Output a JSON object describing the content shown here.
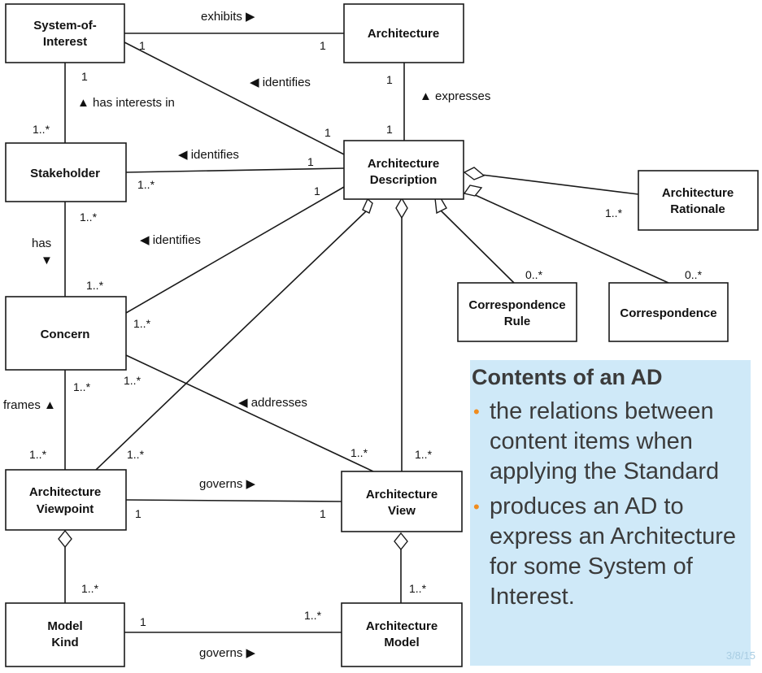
{
  "boxes": {
    "system_of_interest": [
      "System-of-",
      "Interest"
    ],
    "architecture": [
      "Architecture"
    ],
    "architecture_description": [
      "Architecture",
      "Description"
    ],
    "stakeholder": [
      "Stakeholder"
    ],
    "architecture_rationale": [
      "Architecture",
      "Rationale"
    ],
    "concern": [
      "Concern"
    ],
    "correspondence_rule": [
      "Correspondence",
      "Rule"
    ],
    "correspondence": [
      "Correspondence"
    ],
    "architecture_viewpoint": [
      "Architecture",
      "Viewpoint"
    ],
    "architecture_view": [
      "Architecture",
      "View"
    ],
    "model_kind": [
      "Model",
      "Kind"
    ],
    "architecture_model": [
      "Architecture",
      "Model"
    ]
  },
  "relations": {
    "exhibits": "exhibits ▶",
    "identifies_soi": "◀ identifies",
    "expresses": "▲ expresses",
    "has_interests_in": "▲ has interests in",
    "identifies_stakeholder": "◀ identifies",
    "has": "has",
    "has_arrow": "▼",
    "identifies_concern": "◀ identifies",
    "frames": "frames ▲",
    "addresses": "◀ addresses",
    "governs_view": "governs ▶",
    "governs_model": "governs ▶"
  },
  "multiplicities": {
    "soi_arch_soi": "1",
    "soi_arch_arch": "1",
    "soi_ad_soi": "1",
    "soi_ad_ad": "1",
    "arch_ad_arch": "1",
    "arch_ad_ad": "1",
    "soi_stake_soi": "1",
    "soi_stake_stake": "1..*",
    "stake_ad_stake": "1..*",
    "stake_ad_ad": "1",
    "concern_ad_ad": "1",
    "concern_ad_concern": "1..*",
    "stake_concern_stake": "1..*",
    "stake_concern_concern": "1..*",
    "rationale": "1..*",
    "corr_rule": "0..*",
    "corr": "0..*",
    "concern_vp_concern": "1..*",
    "concern_vp_vp": "1..*",
    "concern_view_concern": "1..*",
    "concern_view_view": "1..*",
    "ad_vp_vp": "1..*",
    "ad_view_view": "1..*",
    "vp_view_vp": "1",
    "vp_view_view": "1",
    "vp_mk": "1..*",
    "view_am": "1..*",
    "mk_am_mk": "1",
    "mk_am_am": "1..*"
  },
  "callout": {
    "title": "Contents of an AD",
    "bullets": [
      "the relations between content items when applying the Standard",
      "produces an AD to express an Architecture for some System of Interest."
    ],
    "bullet_marker": "•",
    "page_number": "3/8/15"
  },
  "colors": {
    "callout_background": "#cfe9f8",
    "bullet_marker": "#f08c1e",
    "text": "#3b3b3b",
    "lines": "#1a1a1a"
  }
}
